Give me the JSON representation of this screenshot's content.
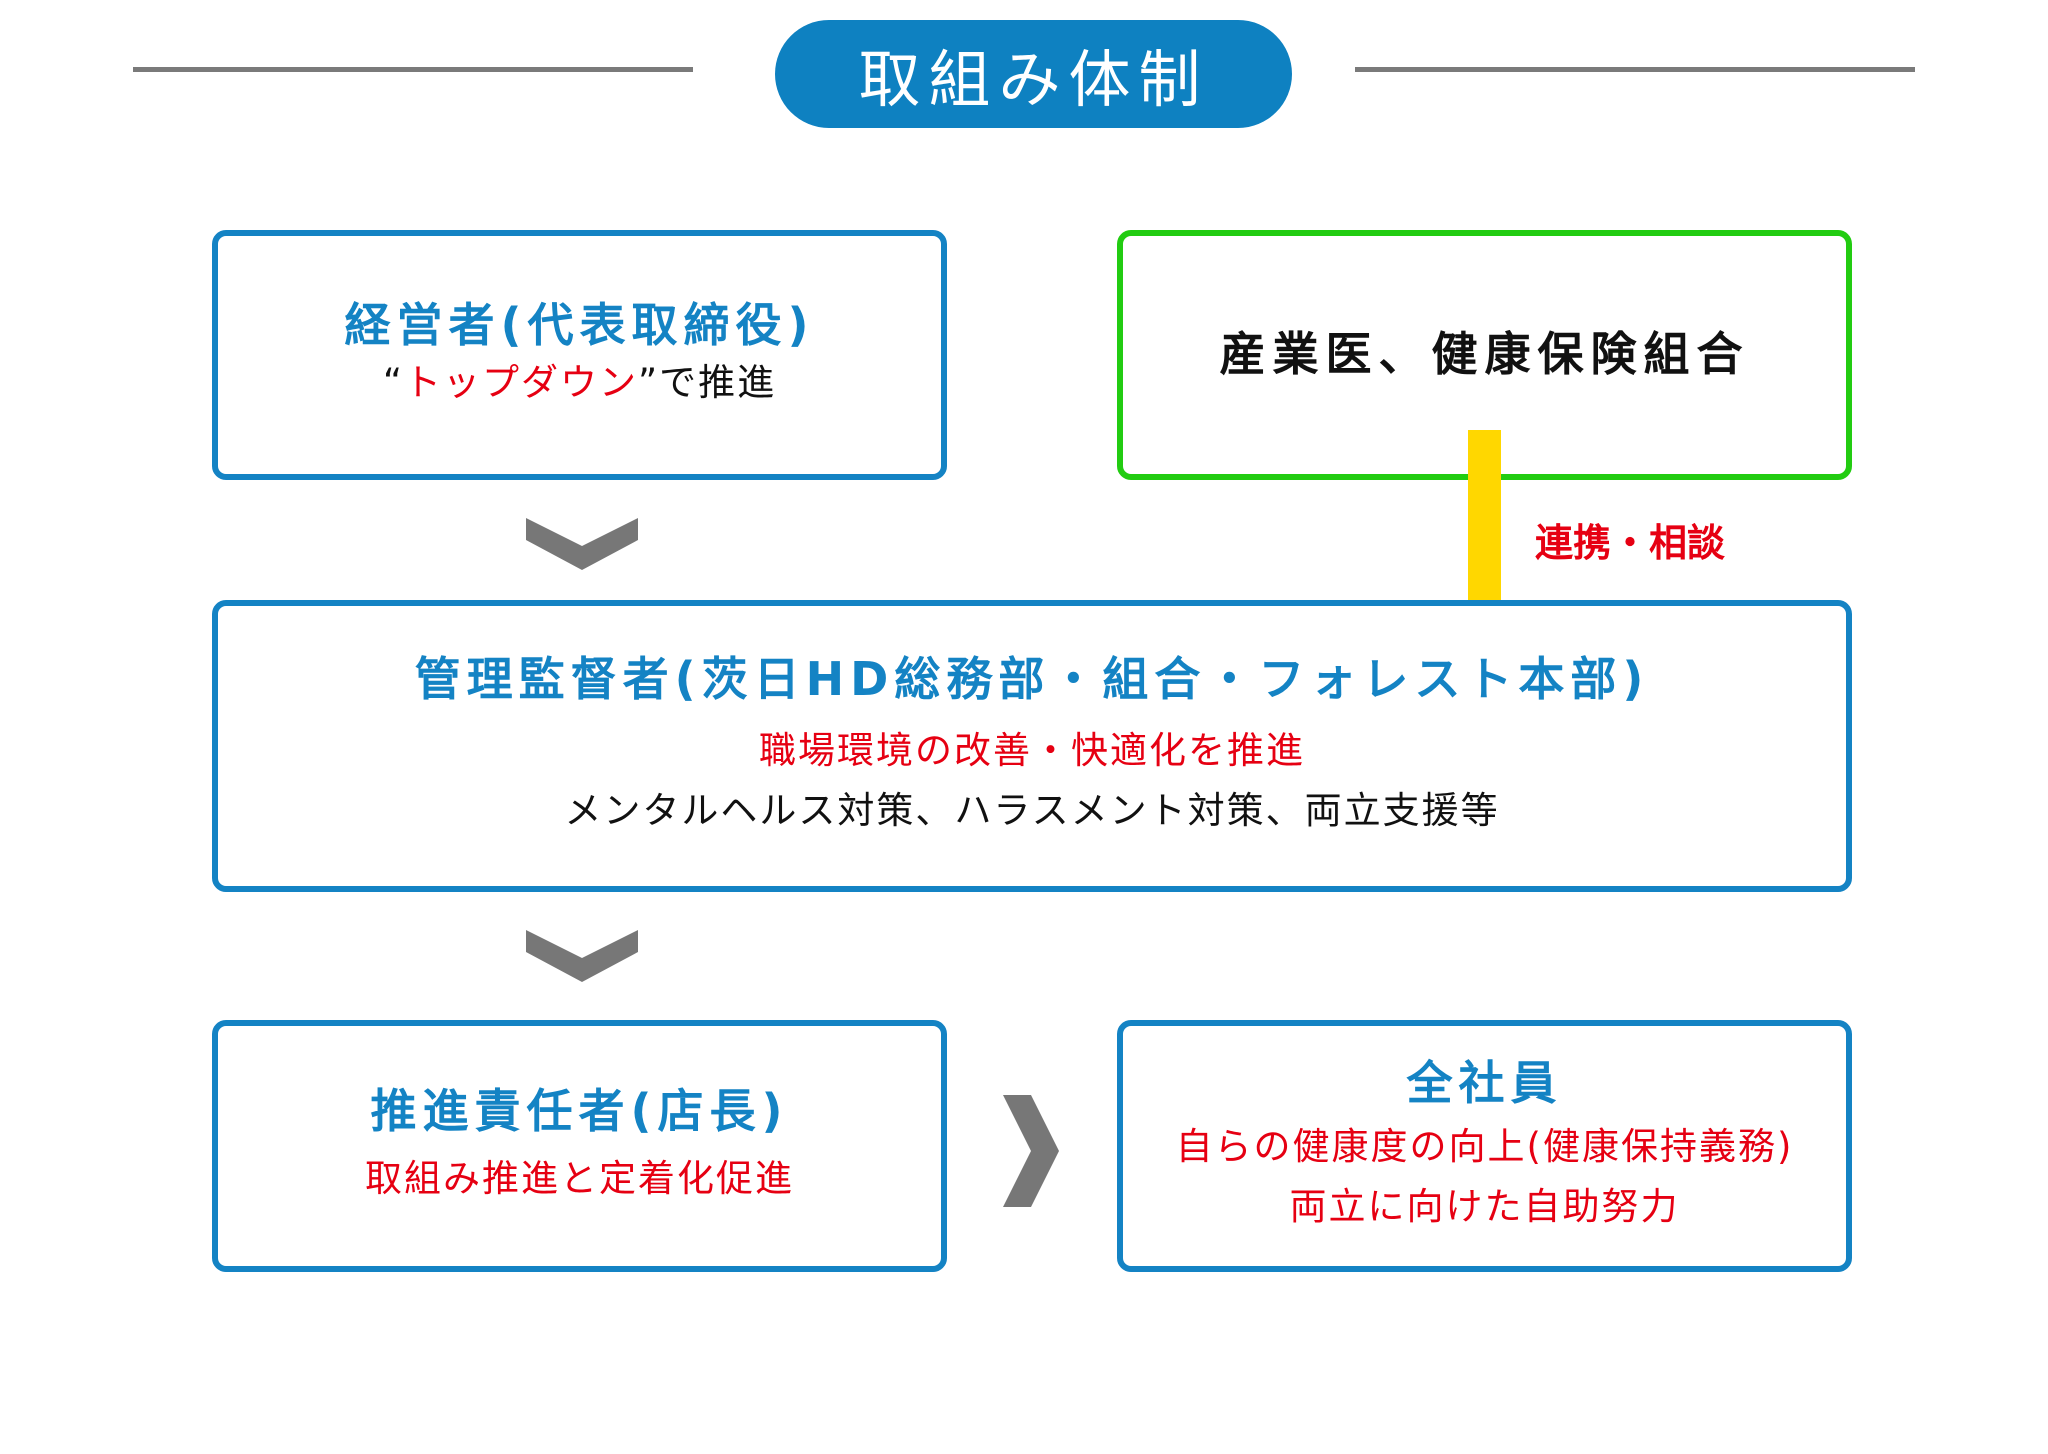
{
  "header": {
    "title": "取組み体制"
  },
  "executive": {
    "title": "経営者(代表取締役)",
    "quote_open": "“",
    "emphasis": "トップダウン",
    "quote_close": "”で推進"
  },
  "partners": {
    "title": "産業医、健康保険組合",
    "link_label": "連携・相談"
  },
  "managers": {
    "title": "管理監督者(茨日HD総務部・組合・フォレスト本部)",
    "line1": "職場環境の改善・快適化を推進",
    "line2": "メンタルヘルス対策、ハラスメント対策、両立支援等"
  },
  "leaders": {
    "title": "推進責任者(店長)",
    "line1": "取組み推進と定着化促進"
  },
  "employees": {
    "title": "全社員",
    "line1": "自らの健康度の向上(健康保持義務)",
    "line2": "両立に向けた自助努力"
  },
  "colors": {
    "accent_blue": "#1483c4",
    "header_blue": "#0e81c1",
    "partner_green": "#22cc11",
    "connector_yellow": "#ffd700",
    "highlight_red": "#e60012",
    "arrow_gray": "#777777"
  },
  "icons": {
    "down_arrow": "chevron-down-icon",
    "right_arrow": "chevron-right-icon"
  }
}
